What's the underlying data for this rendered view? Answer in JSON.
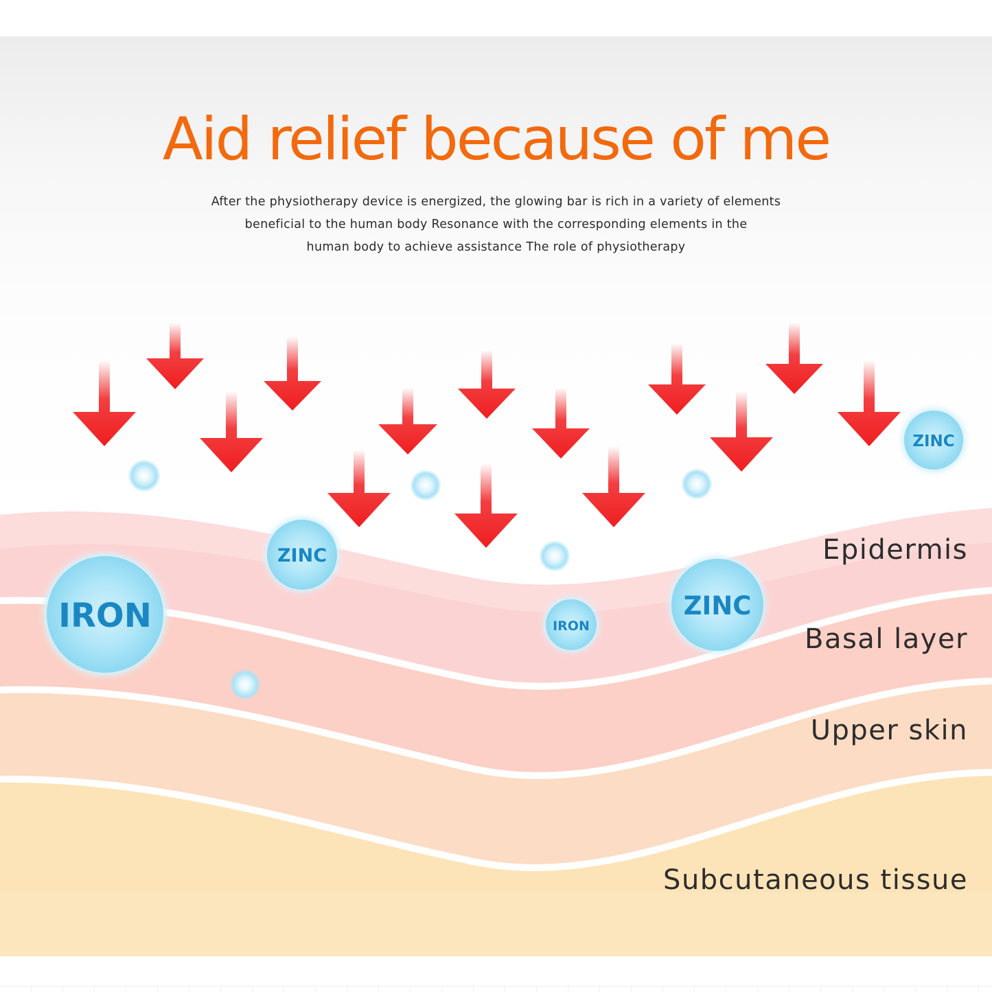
{
  "title": "Aid relief because of me",
  "description": {
    "line1": "After the physiotherapy device is energized, the glowing bar is rich in a variety of elements",
    "line2": "beneficial to the human body Resonance with the corresponding elements in the",
    "line3": "human body to achieve assistance The role of physiotherapy"
  },
  "layers": {
    "epidermis": "Epidermis",
    "basal": "Basal layer",
    "upper": "Upper skin",
    "subcutaneous": "Subcutaneous tissue"
  },
  "minerals": {
    "iron_large": "IRON",
    "zinc_left": "ZINC",
    "zinc_top_right": "ZINC",
    "iron_small": "IRON",
    "zinc_mid": "ZINC"
  },
  "colors": {
    "title": "#f26a0d",
    "arrow": "#f01e20",
    "epidermis": "#fcd3d3",
    "basal": "#fcd0c6",
    "upper": "#fcdcc4",
    "subcutaneous": "#fde4b8",
    "sphere": "#8fdcf3",
    "mineral_text": "#1a87c3"
  }
}
